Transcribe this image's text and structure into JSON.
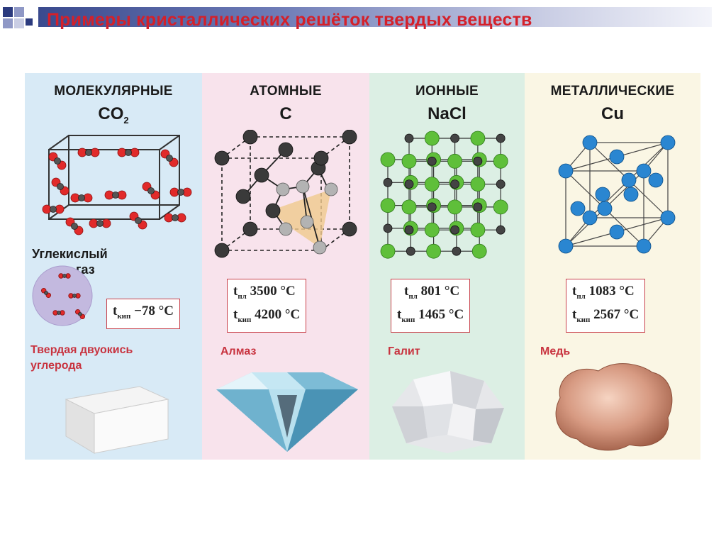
{
  "title": "Примеры кристаллических решёток твердых веществ",
  "colors": {
    "title": "#d4202a",
    "materials": "#c8333f"
  },
  "panels": [
    {
      "type": "МОЛЕКУЛЯРНЫЕ",
      "formula_main": "CO",
      "formula_sub": "2",
      "gas_label_line1": "Углекислый",
      "gas_label_line2": "газ",
      "temp": {
        "sym": "t",
        "sub": "кип",
        "value": "−78 °C"
      },
      "material_line1": "Твердая двуокись",
      "material_line2": "углерода"
    },
    {
      "type": "АТОМНЫЕ",
      "formula_main": "C",
      "temp1": {
        "sym": "t",
        "sub": "пл",
        "value": "3500 °C"
      },
      "temp2": {
        "sym": "t",
        "sub": "кип",
        "value": "4200 °C"
      },
      "material": "Алмаз"
    },
    {
      "type": "ИОННЫЕ",
      "formula_main": "NaCl",
      "temp1": {
        "sym": "t",
        "sub": "пл",
        "value": "801 °C"
      },
      "temp2": {
        "sym": "t",
        "sub": "кип",
        "value": "1465 °C"
      },
      "material": "Галит"
    },
    {
      "type": "МЕТАЛЛИЧЕСКИЕ",
      "formula_main": "Cu",
      "temp1": {
        "sym": "t",
        "sub": "пл",
        "value": "1083 °C"
      },
      "temp2": {
        "sym": "t",
        "sub": "кип",
        "value": "2567 °C"
      },
      "material": "Медь"
    }
  ]
}
